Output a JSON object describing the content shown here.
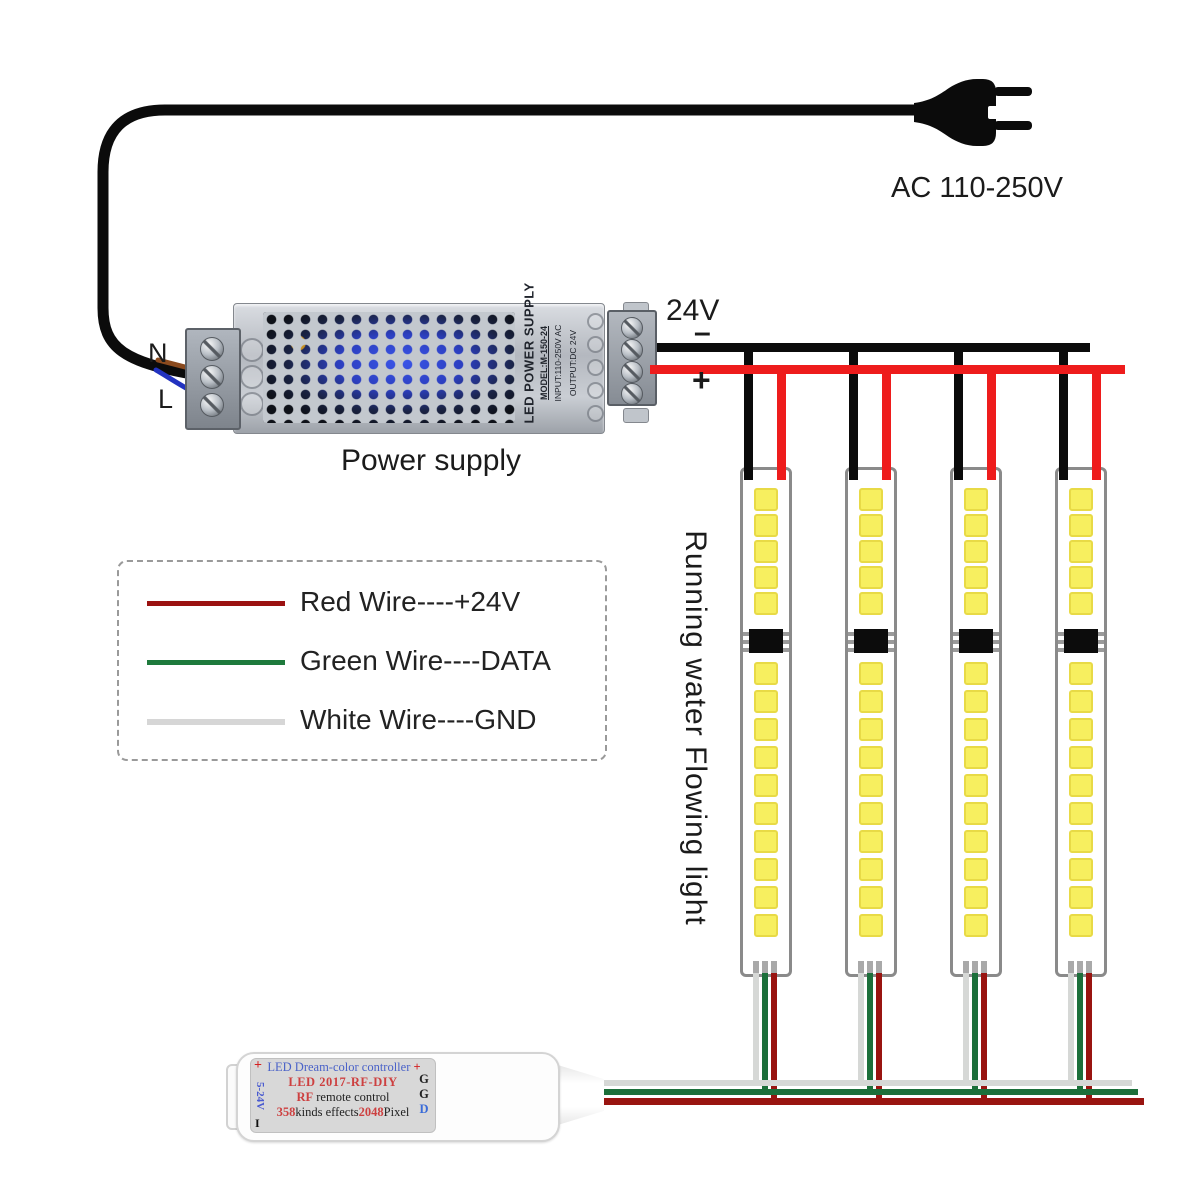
{
  "plug": {
    "label": "AC 110-250V"
  },
  "power_supply": {
    "label": "Power supply",
    "terminal_n": "N",
    "terminal_l": "L",
    "side_text_title": "LED POWER SUPPLY",
    "side_text_model": "MODEL:M-150-24",
    "side_text_input": "INPUT:110-250V AC",
    "side_text_output": "OUTPUT:DC 24V",
    "output_voltage": "24V",
    "output_minus": "–",
    "output_plus": "+"
  },
  "legend": {
    "rows": [
      {
        "name": "red-wire",
        "color": "#9b1211",
        "label": "Red Wire----+24V"
      },
      {
        "name": "green-wire",
        "color": "#1e7a3c",
        "label": "Green Wire----DATA"
      },
      {
        "name": "white-wire",
        "color": "#d6d6d6",
        "label": "White Wire----GND"
      }
    ]
  },
  "strips": {
    "label": "Running water Flowing light",
    "count": 4,
    "leds_above_ic": 5,
    "leds_below_ic": 10
  },
  "controller": {
    "plus_left": "+",
    "title": "LED Dream-color controller",
    "plus_right": "+",
    "voltage_vertical": "5-24V",
    "minus_vertical": "I",
    "line2": "LED 2017-RF-DIY",
    "line3_red": "RF",
    "line3_black": " remote control",
    "line4_num1": "358",
    "line4_text1": "kinds effects",
    "line4_num2": "2048",
    "line4_text2": "Pixel",
    "pin_labels": [
      "G",
      "G",
      "D"
    ]
  },
  "wire_colors": {
    "ac_cord": "#0b0b0b",
    "dc_positive": "#ee1c1c",
    "dc_negative": "#0b0b0b",
    "data_green": "#1c6f3a",
    "gnd_white": "#d6d8d6",
    "power_red_dark": "#991410",
    "neutral_brown": "#8a4a1e",
    "live_blue": "#2232c0"
  }
}
